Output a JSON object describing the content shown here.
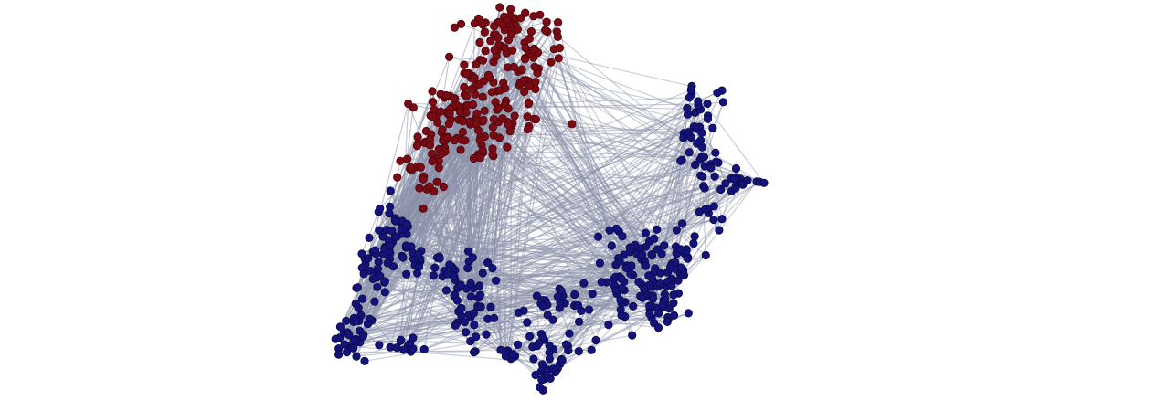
{
  "graph": {
    "type": "network",
    "colors": {
      "edge": "#8a90a8",
      "community_red": "#7a0b14",
      "community_red_stroke": "#4e0509",
      "community_blue": "#13137a",
      "community_blue_stroke": "#0a0a4a"
    },
    "communities": [
      {
        "id": "red",
        "color_key": "community_red",
        "approx_node_count": 260
      },
      {
        "id": "blue",
        "color_key": "community_blue",
        "approx_node_count": 480
      }
    ]
  }
}
